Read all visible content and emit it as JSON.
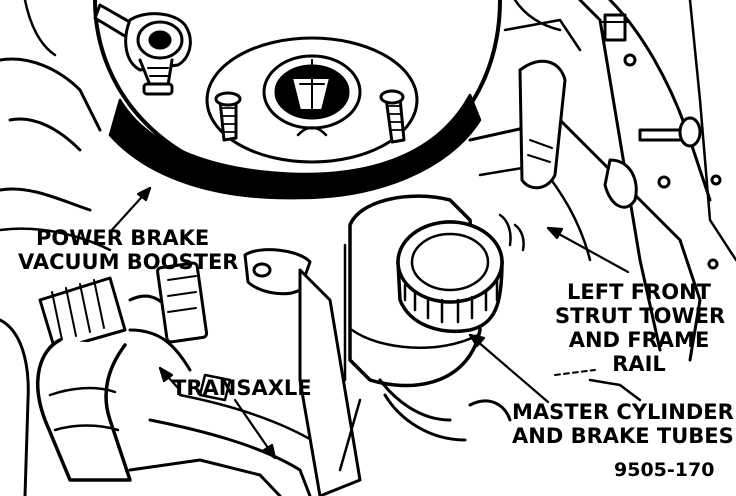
{
  "colors": {
    "ink": "#000000",
    "paper": "#ffffff"
  },
  "labels": {
    "booster": [
      "POWER BRAKE",
      "VACUUM BOOSTER"
    ],
    "strut": [
      "LEFT FRONT",
      "STRUT TOWER",
      "AND FRAME",
      "RAIL"
    ],
    "transaxle": [
      "TRANSAXLE"
    ],
    "master": [
      "MASTER CYLINDER",
      "AND BRAKE TUBES"
    ]
  },
  "figure_number": "9505-170"
}
